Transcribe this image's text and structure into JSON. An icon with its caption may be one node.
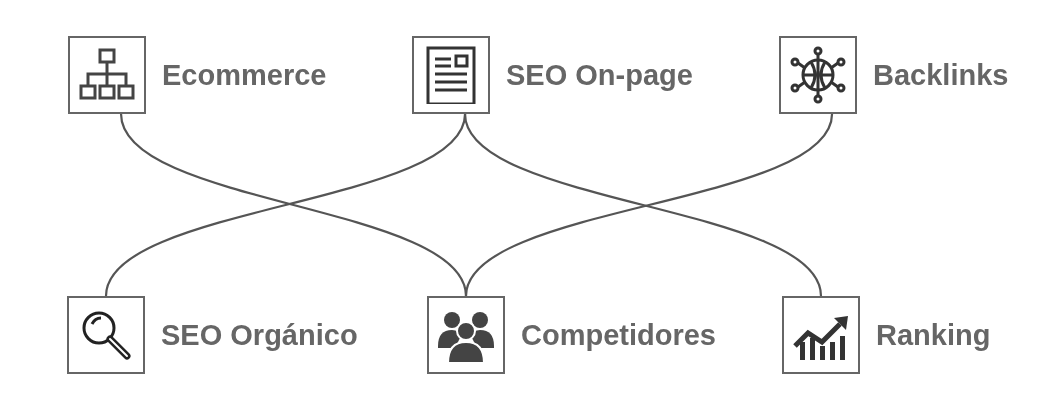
{
  "diagram": {
    "nodes": [
      {
        "text": [
          "Ecommerce"
        ]
      },
      {
        "text": [
          "SEO On-page"
        ]
      },
      {
        "text": [
          "Backlinks"
        ]
      },
      {
        "text": [
          "SEO Orgánico"
        ]
      },
      {
        "text": [
          "Competidores"
        ]
      },
      {
        "text": [
          "Ranking"
        ]
      }
    ],
    "edges": [
      {
        "from": 0,
        "to": 4,
        "arrow": "none"
      },
      {
        "from": 1,
        "to": 3,
        "arrow": "none"
      },
      {
        "from": 1,
        "to": 5,
        "arrow": "none"
      },
      {
        "from": 2,
        "to": 4,
        "arrow": "none"
      }
    ]
  }
}
